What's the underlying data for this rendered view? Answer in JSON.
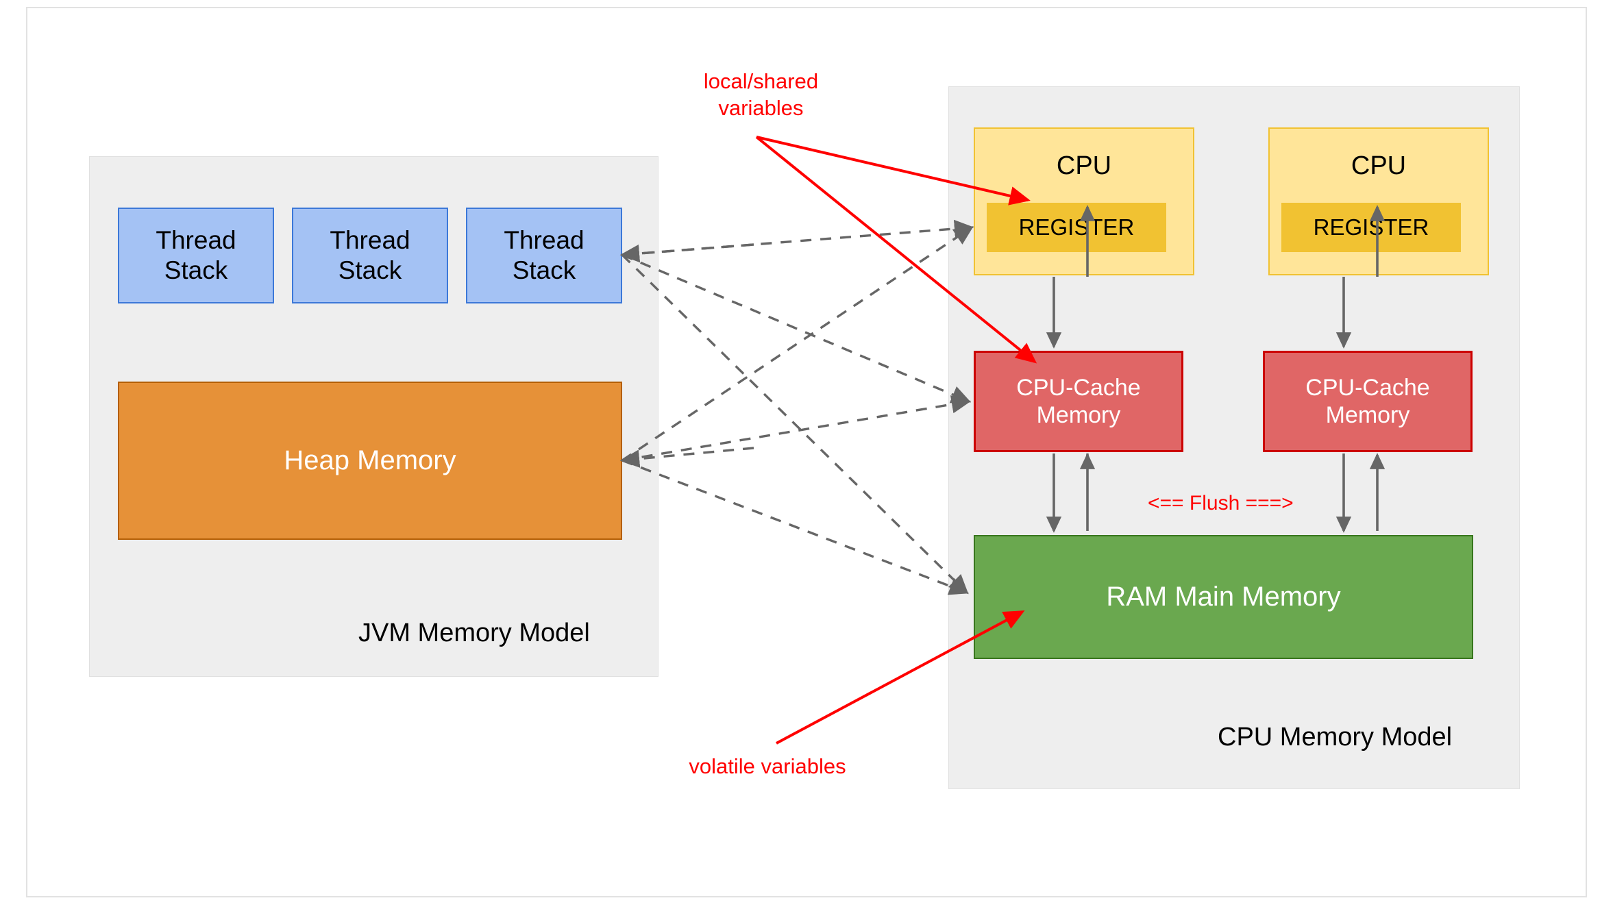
{
  "diagram": {
    "title_jvm": "JVM Memory Model",
    "title_cpu": "CPU Memory Model"
  },
  "jvm_panel": {
    "caption": "JVM Memory Model",
    "thread_stacks": [
      {
        "label": "Thread\nStack"
      },
      {
        "label": "Thread\nStack"
      },
      {
        "label": "Thread\nStack"
      }
    ],
    "heap": {
      "label": "Heap Memory"
    }
  },
  "cpu_panel": {
    "caption": "CPU Memory Model",
    "cpus": [
      {
        "label": "CPU",
        "register": "REGISTER",
        "cache": "CPU-Cache\nMemory"
      },
      {
        "label": "CPU",
        "register": "REGISTER",
        "cache": "CPU-Cache\nMemory"
      }
    ],
    "ram": {
      "label": "RAM Main Memory"
    },
    "flush_label": "<== Flush ===>"
  },
  "annotations": {
    "local_shared": "local/shared\nvariables",
    "volatile": "volatile variables"
  },
  "colors": {
    "panel_bg": "#EEEEEE",
    "thread_stack_fill": "#A4C2F4",
    "thread_stack_stroke": "#3C78D8",
    "heap_fill": "#E69138",
    "heap_stroke": "#B45F06",
    "cpu_fill": "#FFE599",
    "cpu_stroke": "#F1C232",
    "register_fill": "#F1C232",
    "cache_fill": "#E06666",
    "cache_stroke": "#CC0000",
    "ram_fill": "#6AA84F",
    "ram_stroke": "#38761D",
    "annotation_red": "#FF0000",
    "dashed_edge": "#666666",
    "solid_edge": "#666666"
  }
}
